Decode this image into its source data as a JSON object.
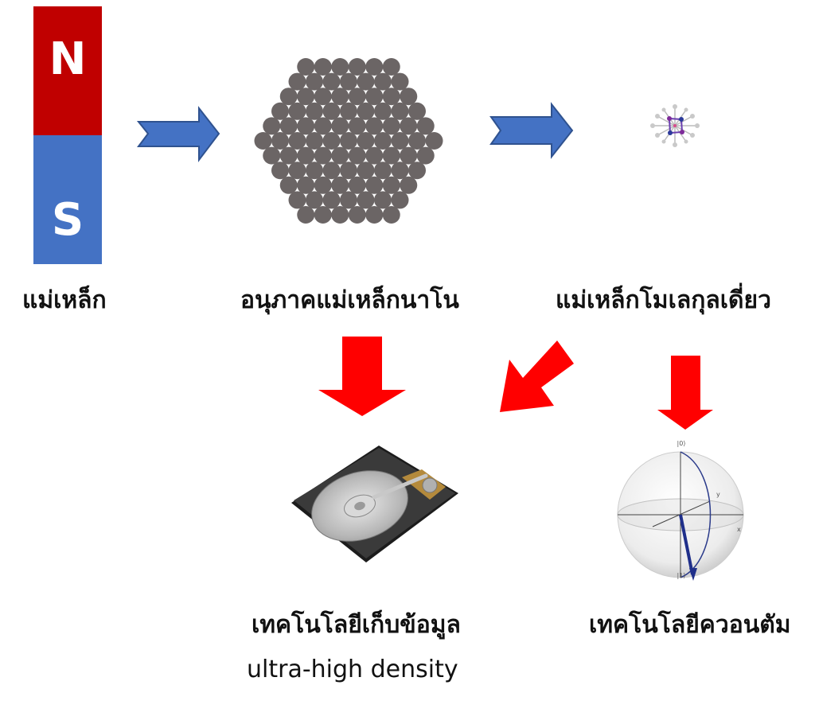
{
  "magnet": {
    "north_letter": "N",
    "south_letter": "S",
    "north_color": "#c00000",
    "south_color": "#4472c4"
  },
  "labels": {
    "magnet": "แม่เหล็ก",
    "nanoparticle": "อนุภาคแม่เหล็กนาโน",
    "single_molecule": "แม่เหล็กโมเลกุลเดี่ยว",
    "data_storage": "เทคโนโลยีเก็บข้อมูล",
    "data_storage_sub": "ultra-high density",
    "quantum": "เทคโนโลยีควอนตัม"
  },
  "bloch": {
    "top_label": "|0⟩",
    "bottom_label": "|1⟩",
    "y_label": "y",
    "x_label": "x"
  },
  "colors": {
    "blue_arrow": "#4472c4",
    "red_arrow": "#ff0000",
    "particle": "#6b6565"
  },
  "icons": [
    "hard-drive-icon",
    "bloch-sphere-icon",
    "molecule-icon"
  ]
}
